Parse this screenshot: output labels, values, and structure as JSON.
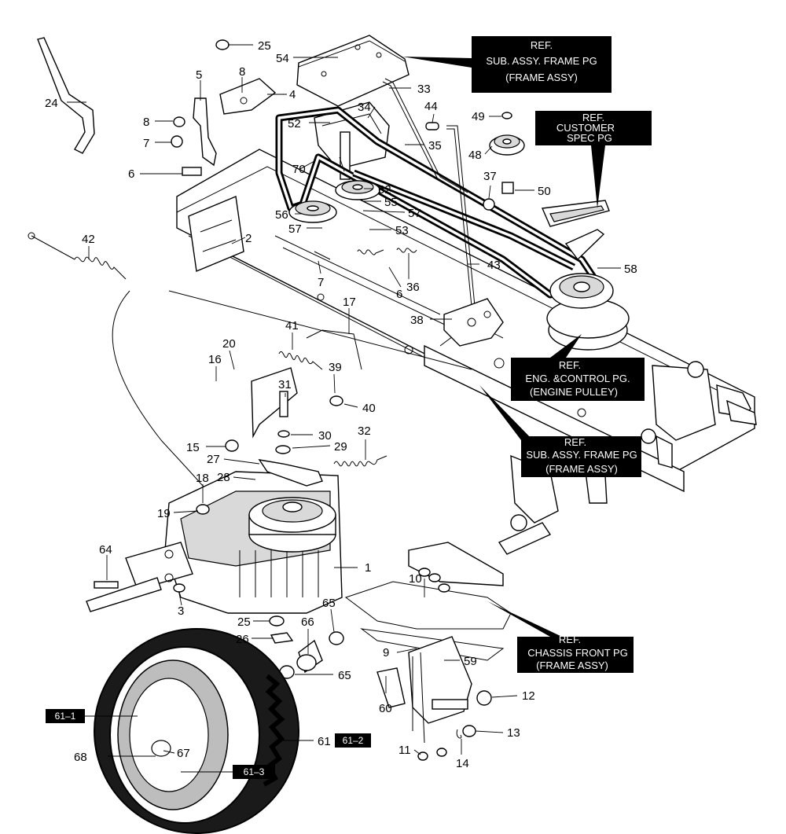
{
  "ref_boxes": [
    {
      "id": "subassy-top",
      "lines": [
        "REF.",
        "SUB. ASSY. FRAME PG",
        "(FRAME ASSY)"
      ]
    },
    {
      "id": "customer",
      "lines": [
        "REF.",
        "CUSTOMER",
        "SPEC PG"
      ]
    },
    {
      "id": "engine",
      "lines": [
        "REF.",
        "ENG. &CONTROL PG.",
        "(ENGINE PULLEY)"
      ]
    },
    {
      "id": "subassy-mid",
      "lines": [
        "REF.",
        "SUB. ASSY. FRAME PG",
        "(FRAME ASSY)"
      ]
    },
    {
      "id": "chassis",
      "lines": [
        "REF.",
        "CHASSIS FRONT PG",
        "(FRAME ASSY)"
      ]
    }
  ],
  "tags": [
    "61–1",
    "61–2",
    "61–3"
  ],
  "callouts": [
    "1",
    "2",
    "3",
    "4",
    "5",
    "6",
    "6",
    "7",
    "7",
    "8",
    "8",
    "9",
    "10",
    "11",
    "12",
    "13",
    "14",
    "15",
    "16",
    "17",
    "18",
    "19",
    "20",
    "24",
    "25",
    "25",
    "26",
    "27",
    "28",
    "29",
    "30",
    "31",
    "32",
    "33",
    "34",
    "35",
    "36",
    "37",
    "38",
    "39",
    "40",
    "41",
    "42",
    "43",
    "44",
    "48",
    "49",
    "50",
    "52",
    "53",
    "54",
    "55",
    "56",
    "57",
    "57",
    "58",
    "59",
    "60",
    "61",
    "62",
    "64",
    "65",
    "65",
    "66",
    "67",
    "68",
    "70"
  ]
}
